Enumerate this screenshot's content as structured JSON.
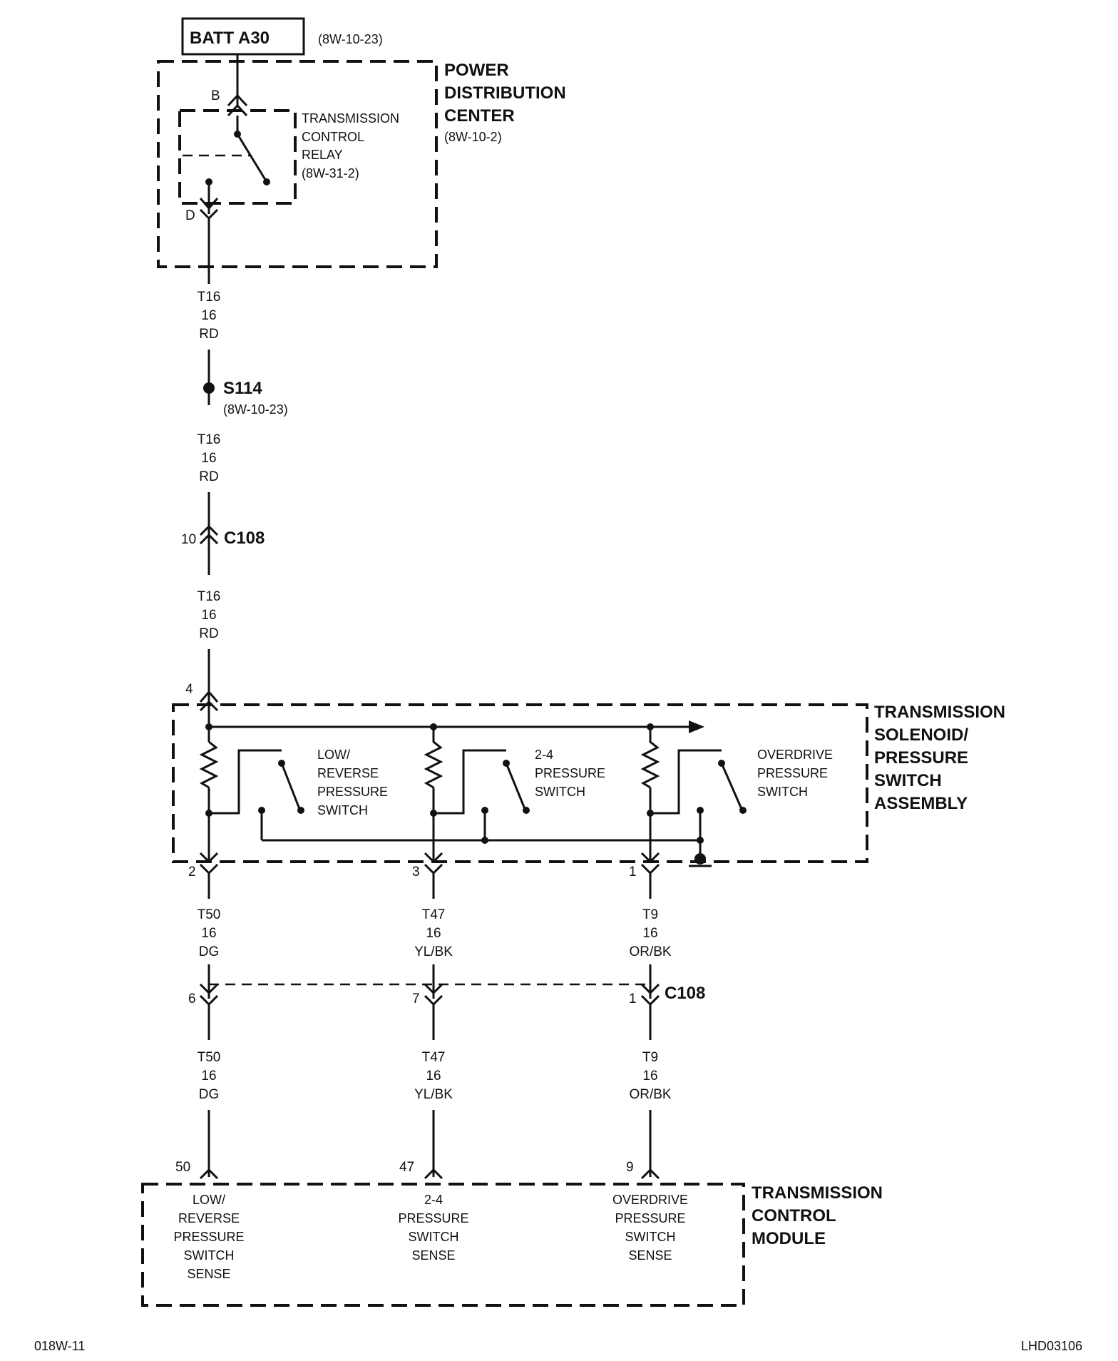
{
  "battery": {
    "label": "BATT A30",
    "ref": "(8W-10-23)"
  },
  "pdc": {
    "title_lines": [
      "POWER",
      "DISTRIBUTION",
      "CENTER"
    ],
    "ref": "(8W-10-2)",
    "pin_b": "B",
    "pin_d": "D"
  },
  "relay": {
    "lines": [
      "TRANSMISSION",
      "CONTROL",
      "RELAY",
      "(8W-31-2)"
    ]
  },
  "wire_t16": {
    "circuit": "T16",
    "gauge": "16",
    "color": "RD"
  },
  "splice": {
    "label": "S114",
    "ref": "(8W-10-23)"
  },
  "connector_top": {
    "label": "C108",
    "pin": "10"
  },
  "solenoid_assembly": {
    "title_lines": [
      "TRANSMISSION",
      "SOLENOID/",
      "PRESSURE",
      "SWITCH",
      "ASSEMBLY"
    ],
    "input_pin": "4",
    "switches": [
      {
        "lines": [
          "LOW/",
          "REVERSE",
          "PRESSURE",
          "SWITCH"
        ]
      },
      {
        "lines": [
          "2-4",
          "PRESSURE",
          "SWITCH"
        ]
      },
      {
        "lines": [
          "OVERDRIVE",
          "PRESSURE",
          "SWITCH"
        ]
      }
    ],
    "output_pins": [
      "2",
      "3",
      "1"
    ]
  },
  "wires_out": [
    {
      "circuit": "T50",
      "gauge": "16",
      "color": "DG"
    },
    {
      "circuit": "T47",
      "gauge": "16",
      "color": "YL/BK"
    },
    {
      "circuit": "T9",
      "gauge": "16",
      "color": "OR/BK"
    }
  ],
  "connector_bottom": {
    "label": "C108",
    "pins": [
      "6",
      "7",
      "1"
    ]
  },
  "tcm": {
    "title_lines": [
      "TRANSMISSION",
      "CONTROL",
      "MODULE"
    ],
    "pins": [
      "50",
      "47",
      "9"
    ],
    "inputs": [
      {
        "lines": [
          "LOW/",
          "REVERSE",
          "PRESSURE",
          "SWITCH",
          "SENSE"
        ]
      },
      {
        "lines": [
          "2-4",
          "PRESSURE",
          "SWITCH",
          "SENSE"
        ]
      },
      {
        "lines": [
          "OVERDRIVE",
          "PRESSURE",
          "SWITCH",
          "SENSE"
        ]
      }
    ]
  },
  "footer": {
    "left": "018W-11",
    "right": "LHD03106"
  }
}
